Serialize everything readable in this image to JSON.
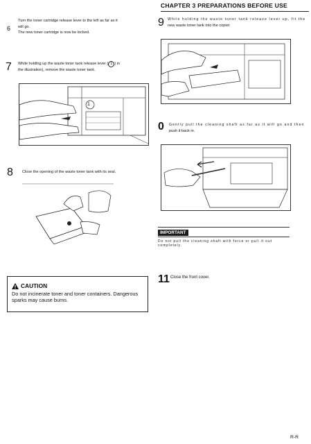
{
  "header": {
    "title": "CHAPTER 3 PREPARATIONS BEFORE USE"
  },
  "steps": {
    "s6": {
      "number": "6",
      "line1": "Turn the toner cartridge release lever to the left as far as it",
      "line2": "will go.",
      "line3": "The new toner cartridge is now be locked."
    },
    "s7": {
      "number": "7",
      "line1": "While holding up the waste toner tank release lever (",
      "callout": "1",
      "line1_end": ") in",
      "line2": "the illustration), remove the waste toner tank.",
      "illus_callout": "1"
    },
    "s8": {
      "number": "8",
      "line1": "Close the opening of the waste toner tank with its seal."
    },
    "s9": {
      "number": "9",
      "line1": "While holding the waste toner tank release lever up, fit the",
      "line2": "new waste toner tank into the copier."
    },
    "s10": {
      "number": "0",
      "line1": "Gently pull the  cleaning  shaft as far as it will go and then",
      "line2": "push it back in."
    },
    "s11": {
      "number": "11",
      "text": "Close  the  front  cover."
    }
  },
  "important": {
    "badge": "IMPORTANT",
    "text": "Do not pull the cleaning shaft with force or pull it out completely."
  },
  "caution": {
    "title": "CAUTION",
    "line1": "Do not incinerate toner and toner containers. Dangerous",
    "line2": "sparks may cause burns."
  },
  "footer": {
    "page": "R-R"
  }
}
